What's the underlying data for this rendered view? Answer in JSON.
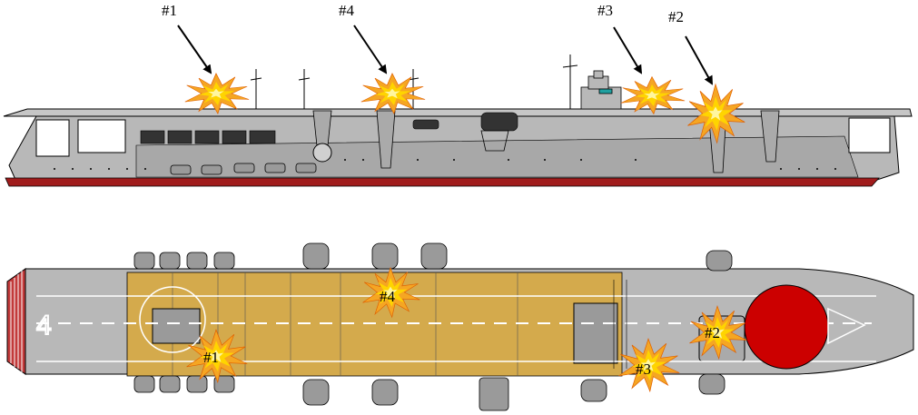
{
  "diagram": {
    "hits": [
      {
        "id": "hit-1",
        "label": "#1"
      },
      {
        "id": "hit-2",
        "label": "#2"
      },
      {
        "id": "hit-3",
        "label": "#3"
      },
      {
        "id": "hit-4",
        "label": "#4"
      }
    ],
    "deck_marking": "4",
    "colors": {
      "hull_gray": "#b8b8b8",
      "dark_gray": "#8f8f8f",
      "flight_deck_wood": "#d4aa4c",
      "waterline_red": "#a01c1c",
      "hinomaru_red": "#cc0000",
      "explosion_outer": "#f5a623",
      "explosion_inner": "#ffe000",
      "explosion_red": "#e03000"
    }
  }
}
